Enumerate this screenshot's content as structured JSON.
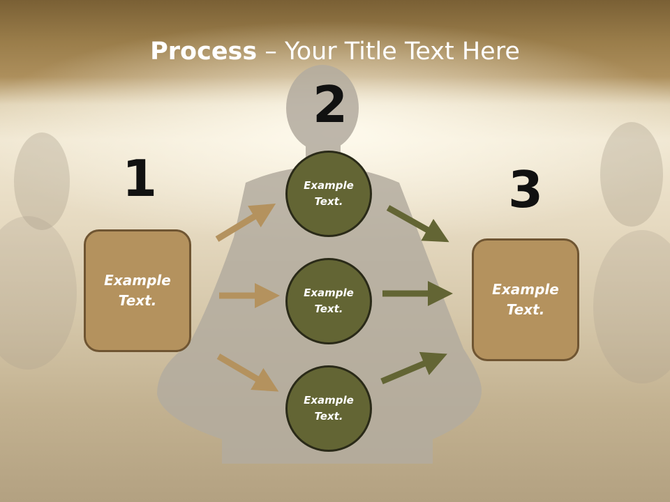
{
  "title": {
    "bold": "Process",
    "rest": " – Your Title Text Here"
  },
  "steps": [
    {
      "number": "1",
      "text": "Example Text."
    },
    {
      "number": "2",
      "text": ""
    },
    {
      "number": "3",
      "text": "Example Text."
    }
  ],
  "circles": [
    {
      "text": "Example Text."
    },
    {
      "text": "Example Text."
    },
    {
      "text": "Example Text."
    }
  ],
  "colors": {
    "box_fill": "#b4925e",
    "circle_fill": "#636534",
    "tan_arrow": "#b4925e",
    "olive_arrow": "#636534"
  }
}
